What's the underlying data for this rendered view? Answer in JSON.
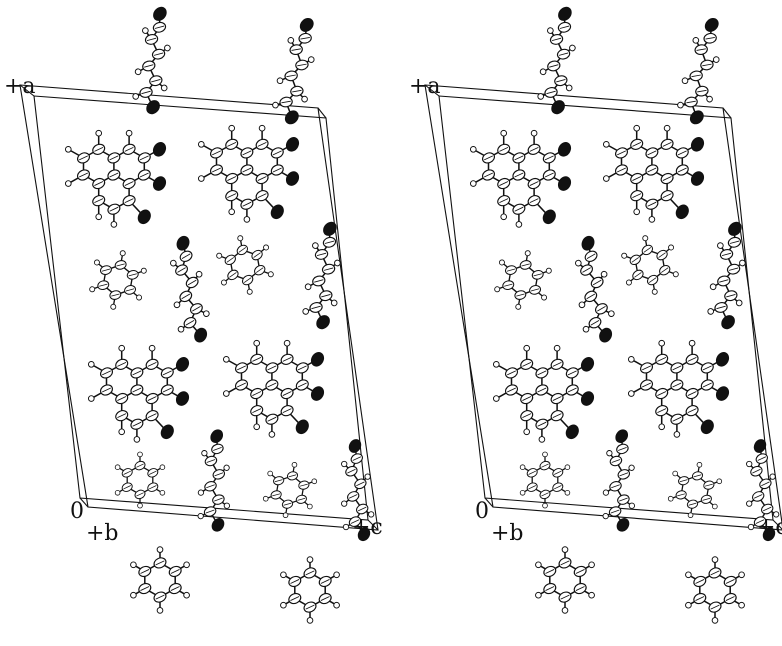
{
  "figure": {
    "views": [
      {
        "labels": {
          "origin": "0",
          "axis_a": "+a",
          "axis_b": "+b",
          "axis_c": "+c"
        }
      },
      {
        "labels": {
          "origin": "0",
          "axis_a": "+a",
          "axis_b": "+b",
          "axis_c": "+c"
        }
      }
    ],
    "colors": {
      "ink": "#111111",
      "paper": "#ffffff"
    }
  }
}
